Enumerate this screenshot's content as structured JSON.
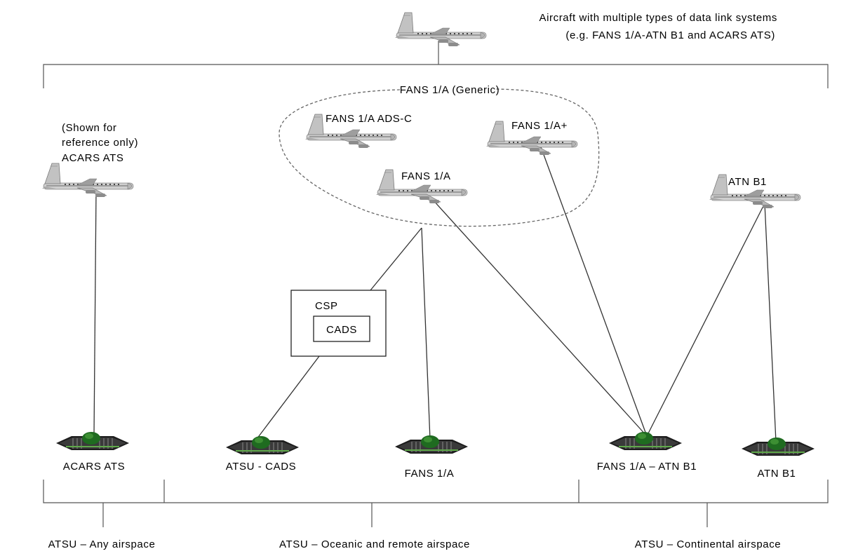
{
  "top_aircraft": {
    "line1": "Aircraft with multiple types of data link systems",
    "line2": "(e.g. FANS 1/A-ATN B1 and ACARS ATS)"
  },
  "group_label": "FANS 1/A (Generic)",
  "aircraft": {
    "acars_note_1": "(Shown for",
    "acars_note_2": "reference only)",
    "acars": "ACARS ATS",
    "fans_adsc": "FANS 1/A ADS-C",
    "fans_plus": "FANS 1/A+",
    "fans": "FANS 1/A",
    "atn": "ATN B1"
  },
  "csp": {
    "outer": "CSP",
    "inner": "CADS"
  },
  "ground": {
    "acars": "ACARS ATS",
    "atsu_cads": "ATSU - CADS",
    "fans": "FANS 1/A",
    "fans_atn": "FANS 1/A – ATN B1",
    "atn": "ATN B1"
  },
  "airspace": {
    "any": "ATSU – Any airspace",
    "oceanic": "ATSU – Oceanic and remote airspace",
    "continental": "ATSU – Continental airspace"
  }
}
